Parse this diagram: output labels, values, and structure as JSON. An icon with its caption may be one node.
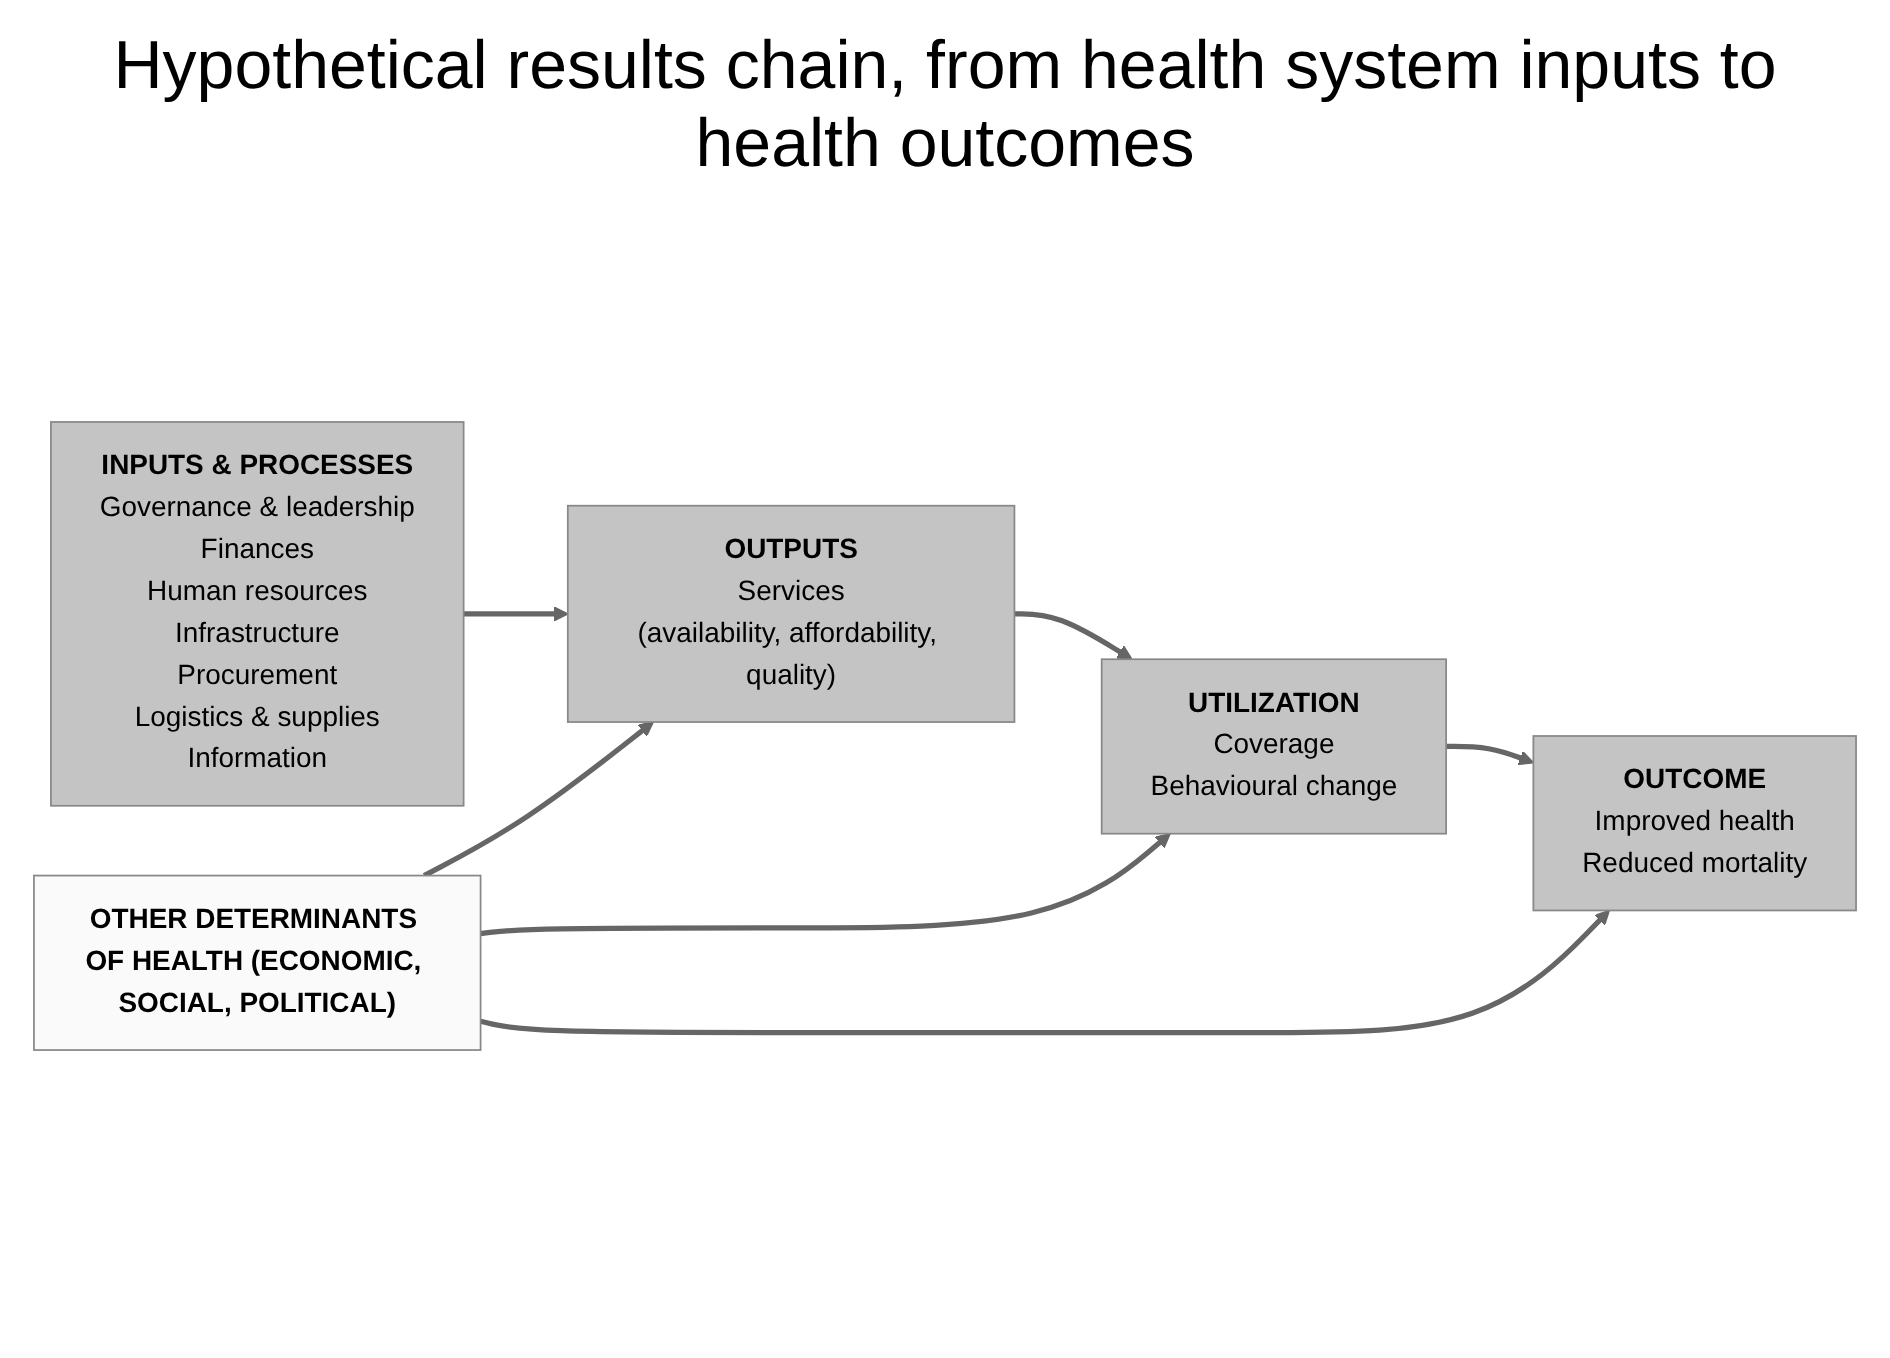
{
  "diagram": {
    "title": "Hypothetical results chain, from health system inputs to health outcomes",
    "nodes": [
      {
        "text": [
          "INPUTS & PROCESSES",
          "Governance & leadership",
          "Finances",
          "Human resources",
          "Infrastructure",
          "Procurement",
          "Logistics & supplies",
          "Information"
        ]
      },
      {
        "text": [
          "OUTPUTS",
          "Services",
          "(availability, affordability, quality)"
        ]
      },
      {
        "text": [
          "UTILIZATION",
          "Coverage",
          "Behavioural change"
        ]
      },
      {
        "text": [
          "OUTCOME",
          "Improved health",
          "Reduced mortality"
        ]
      },
      {
        "text": [
          "OTHER DETERMINANTS OF HEALTH (ECONOMIC, SOCIAL, POLITICAL)"
        ]
      }
    ],
    "edges": [
      {
        "from": 0,
        "to": 1,
        "arrow": "to"
      },
      {
        "from": 1,
        "to": 2,
        "arrow": "to"
      },
      {
        "from": 2,
        "to": 3,
        "arrow": "to"
      },
      {
        "from": 4,
        "to": 1,
        "arrow": "to"
      },
      {
        "from": 4,
        "to": 2,
        "arrow": "to"
      },
      {
        "from": 4,
        "to": 3,
        "arrow": "to"
      }
    ]
  }
}
